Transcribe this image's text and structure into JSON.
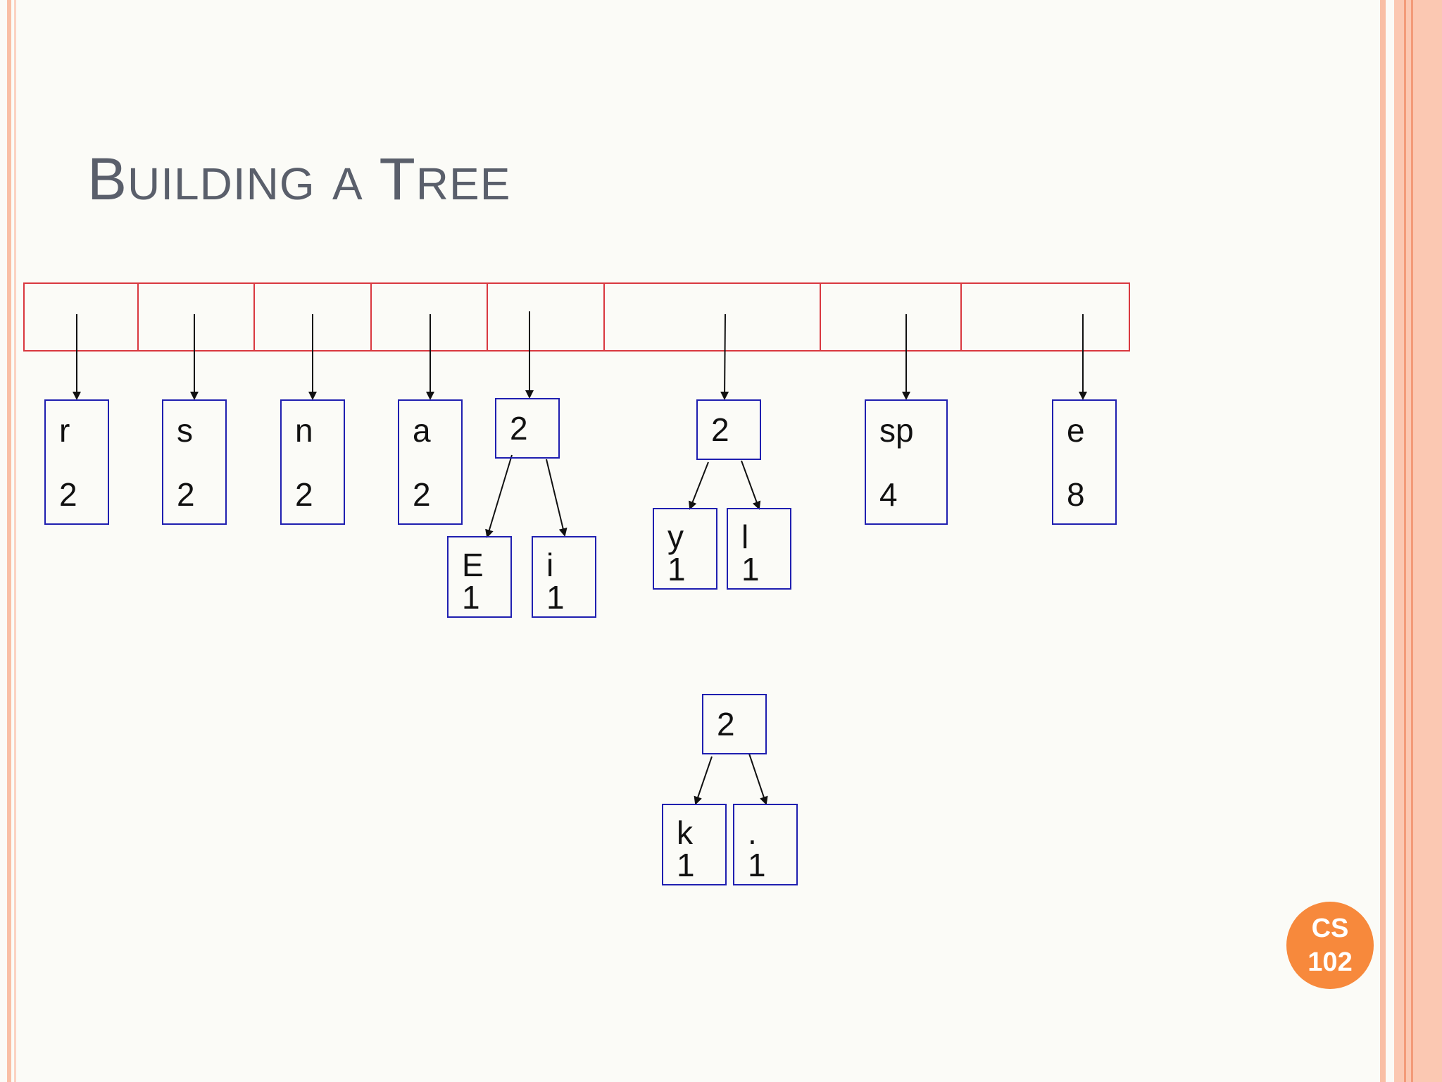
{
  "slide": {
    "title_first_letter_1": "B",
    "title_rest_1": "UILDING",
    "title_word_2": "A",
    "title_first_letter_3": "T",
    "title_rest_3": "REE"
  },
  "badge": {
    "line1": "CS",
    "line2": "102"
  },
  "colors": {
    "queue_border": "#d9383f",
    "node_border": "#1f1fb0",
    "arrow": "#111111",
    "title": "#5a5f6b",
    "badge": "#f7893c",
    "stripe": "#f9bfa5"
  },
  "queue_nodes": [
    {
      "symbol": "r",
      "weight": "2"
    },
    {
      "symbol": "s",
      "weight": "2"
    },
    {
      "symbol": "n",
      "weight": "2"
    },
    {
      "symbol": "a",
      "weight": "2"
    },
    {
      "weight": "2",
      "children": [
        {
          "symbol": "E",
          "weight": "1"
        },
        {
          "symbol": "i",
          "weight": "1"
        }
      ]
    },
    {
      "weight": "2",
      "children": [
        {
          "symbol": "y",
          "weight": "1"
        },
        {
          "symbol": "l",
          "weight": "1"
        }
      ]
    },
    {
      "symbol": "sp",
      "weight": "4"
    },
    {
      "symbol": "e",
      "weight": "8"
    }
  ],
  "pending_tree": {
    "weight": "2",
    "children": [
      {
        "symbol": "k",
        "weight": "1"
      },
      {
        "symbol": ".",
        "weight": "1"
      }
    ]
  }
}
